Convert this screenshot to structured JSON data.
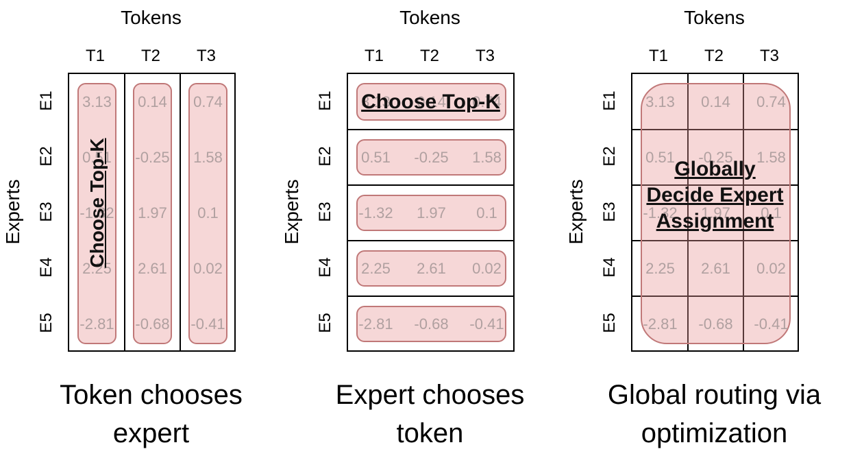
{
  "values": [
    [
      "3.13",
      "0.14",
      "0.74"
    ],
    [
      "0.51",
      "-0.25",
      "1.58"
    ],
    [
      "-1.32",
      "1.97",
      "0.1"
    ],
    [
      "2.25",
      "2.61",
      "0.02"
    ],
    [
      "-2.81",
      "-0.68",
      "-0.41"
    ]
  ],
  "tokens_label": "Tokens",
  "experts_label": "Experts",
  "token_labels": [
    "T1",
    "T2",
    "T3"
  ],
  "expert_labels": [
    "E1",
    "E2",
    "E3",
    "E4",
    "E5"
  ],
  "panels": [
    {
      "mode": "columns",
      "annotation": "Choose Top-K",
      "caption_line1": "Token chooses",
      "caption_line2": "expert"
    },
    {
      "mode": "rows",
      "annotation": "Choose Top-K",
      "caption_line1": "Expert chooses",
      "caption_line2": "token"
    },
    {
      "mode": "global",
      "annotation_line1": "Globally",
      "annotation_line2": "Decide Expert",
      "annotation_line3": "Assignment",
      "caption_line1": "Global routing via",
      "caption_line2": "optimization"
    }
  ],
  "colors": {
    "highlight_fill": "#e89696",
    "highlight_border": "#c07878",
    "cell_text": "#b0a0a0",
    "grid": "#000000"
  }
}
